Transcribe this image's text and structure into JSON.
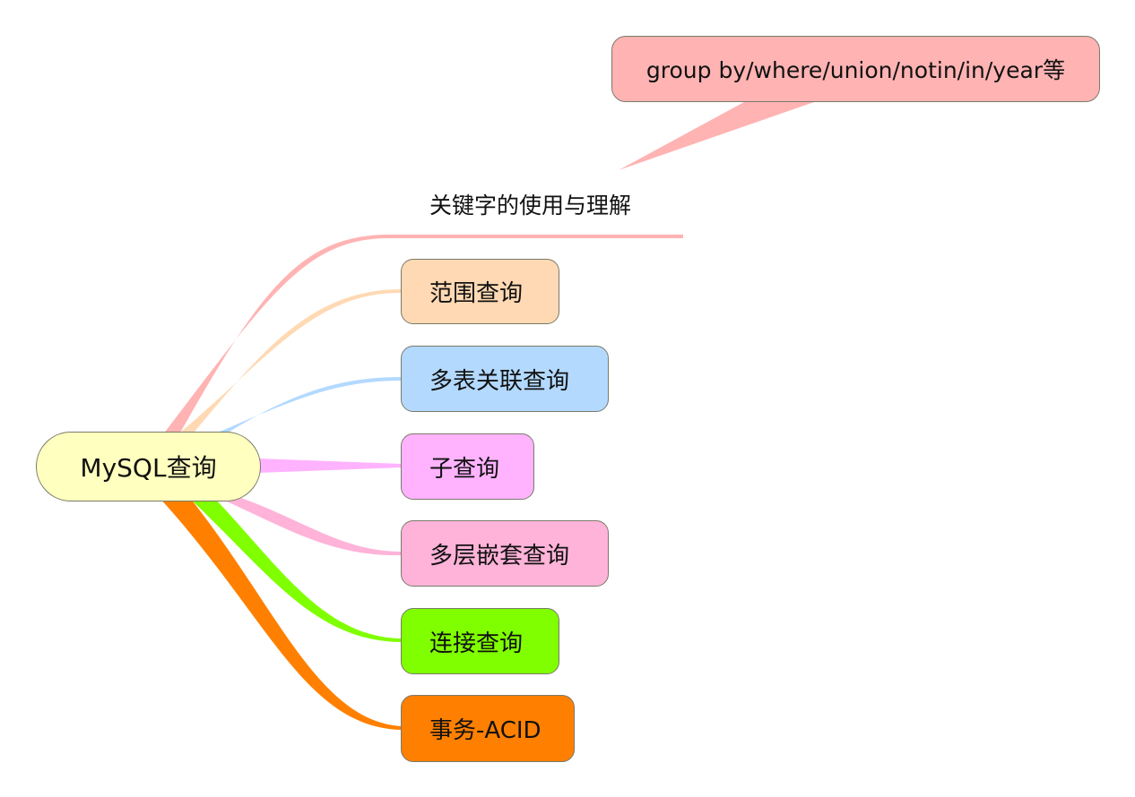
{
  "diagram": {
    "root": {
      "label": "MySQL查询",
      "color": "#ffffbf"
    },
    "branches": [
      {
        "id": "keywords",
        "label": "关键字的使用与理解",
        "color": "#ffb3b3",
        "boxed": false
      },
      {
        "id": "range",
        "label": "范围查询",
        "color": "#ffd9b3",
        "boxed": true
      },
      {
        "id": "multi-table",
        "label": "多表关联查询",
        "color": "#b3d9ff",
        "boxed": true
      },
      {
        "id": "subquery",
        "label": "子查询",
        "color": "#ffb3ff",
        "boxed": true
      },
      {
        "id": "nested",
        "label": "多层嵌套查询",
        "color": "#ffb3d9",
        "boxed": true
      },
      {
        "id": "join",
        "label": "连接查询",
        "color": "#80ff00",
        "boxed": true
      },
      {
        "id": "transaction",
        "label": "事务-ACID",
        "color": "#ff8000",
        "boxed": true
      }
    ],
    "callout": {
      "label": "group by/where/union/notin/in/year等",
      "color": "#ffb3b3",
      "parent": "keywords"
    }
  }
}
